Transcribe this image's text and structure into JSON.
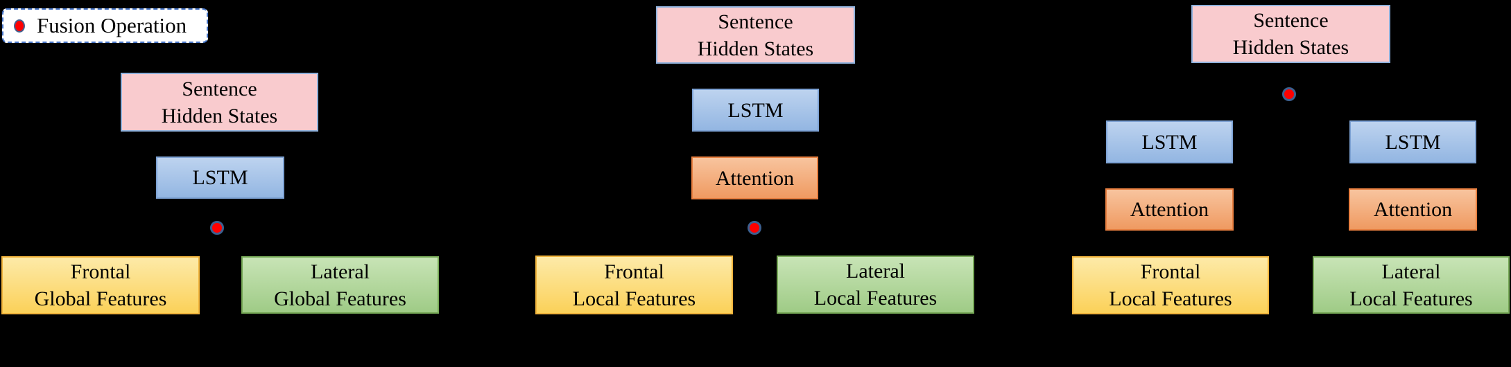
{
  "legend": {
    "label": "Fusion Operation",
    "marker": "fusion-dot-icon"
  },
  "colors": {
    "background": "#000000",
    "text": "#000000",
    "pink_fill": "#F9CBCE",
    "pink_border": "#8FB1DC",
    "blue_fill": "#A8C4E8",
    "blue_border": "#7DA2D4",
    "orange_fill": "#F3AF80",
    "orange_border": "#E87F40",
    "yellow_fill": "#FCDE81",
    "yellow_border": "#F1B43C",
    "green_fill": "#B4D79E",
    "green_border": "#77A957",
    "fusion_dot_fill": "#FF0000",
    "fusion_dot_border": "#3C6090",
    "legend_background": "#FFFFFF",
    "legend_border": "#4472C4"
  },
  "panels": [
    {
      "id": "global-fusion",
      "fusion_dots": 1,
      "boxes": [
        {
          "name": "sentence-hidden-states",
          "lines": [
            "Sentence",
            "Hidden States"
          ]
        },
        {
          "name": "lstm",
          "lines": [
            "LSTM"
          ]
        },
        {
          "name": "frontal-global-features",
          "lines": [
            "Frontal",
            "Global Features"
          ]
        },
        {
          "name": "lateral-global-features",
          "lines": [
            "Lateral",
            "Global Features"
          ]
        }
      ]
    },
    {
      "id": "local-fusion-shared-attention",
      "fusion_dots": 1,
      "boxes": [
        {
          "name": "sentence-hidden-states",
          "lines": [
            "Sentence",
            "Hidden States"
          ]
        },
        {
          "name": "lstm",
          "lines": [
            "LSTM"
          ]
        },
        {
          "name": "attention",
          "lines": [
            "Attention"
          ]
        },
        {
          "name": "frontal-local-features",
          "lines": [
            "Frontal",
            "Local Features"
          ]
        },
        {
          "name": "lateral-local-features",
          "lines": [
            "Lateral",
            "Local Features"
          ]
        }
      ]
    },
    {
      "id": "late-fusion-dual-branch",
      "fusion_dots": 1,
      "boxes": [
        {
          "name": "sentence-hidden-states",
          "lines": [
            "Sentence",
            "Hidden States"
          ]
        },
        {
          "name": "lstm-frontal",
          "lines": [
            "LSTM"
          ]
        },
        {
          "name": "attention-frontal",
          "lines": [
            "Attention"
          ]
        },
        {
          "name": "frontal-local-features",
          "lines": [
            "Frontal",
            "Local Features"
          ]
        },
        {
          "name": "lstm-lateral",
          "lines": [
            "LSTM"
          ]
        },
        {
          "name": "attention-lateral",
          "lines": [
            "Attention"
          ]
        },
        {
          "name": "lateral-local-features",
          "lines": [
            "Lateral",
            "Local Features"
          ]
        }
      ]
    }
  ]
}
